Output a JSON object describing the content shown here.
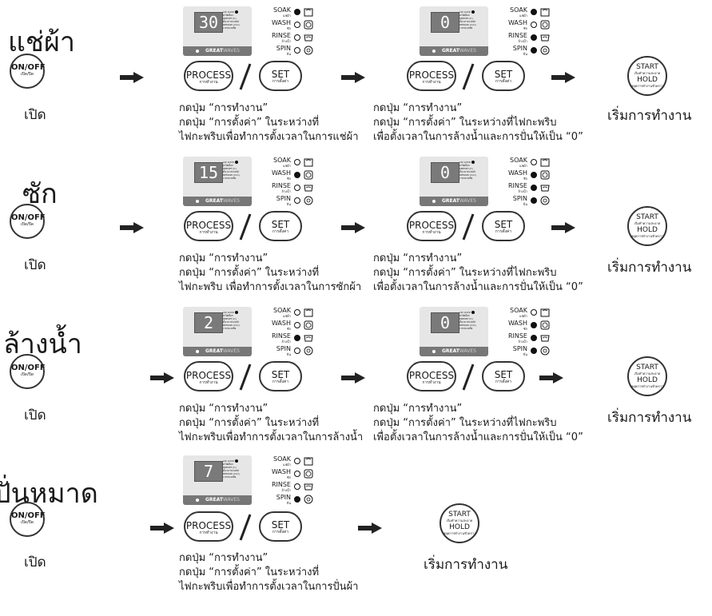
{
  "sections": [
    {
      "title": "แช่ผ้า",
      "onoff_main": "ON/OFF",
      "onoff_sub": "เปิด/ปิด",
      "onoff_label": "เปิด",
      "panel1_digit": "30",
      "panel1_states": [
        true,
        false,
        false,
        false
      ],
      "panel2_digit": "0",
      "panel2_states": [
        true,
        false,
        true,
        true
      ],
      "caption1": [
        "กดปุ่ม “การทำงาน”",
        "กดปุ่ม “การตั้งค่า” ในระหว่างที่",
        "ไฟกะพริบเพื่อทำการตั้งเวลาในการแช่ผ้า"
      ],
      "caption2": [
        "กดปุ่ม “การทำงาน”",
        "กดปุ่ม “การตั้งค่า” ในระหว่างที่ไฟกะพริบ",
        "เพื่อตั้งเวลาในการล้างน้ำและการปั่นให้เป็น “0”"
      ],
      "start_caption": "เริ่มการทำงาน"
    },
    {
      "title": "ซัก",
      "onoff_main": "ON/OFF",
      "onoff_sub": "เปิด/ปิด",
      "onoff_label": "เปิด",
      "panel1_digit": "15",
      "panel1_states": [
        false,
        true,
        false,
        false
      ],
      "panel2_digit": "0",
      "panel2_states": [
        false,
        true,
        true,
        true
      ],
      "caption1": [
        "กดปุ่ม “การทำงาน”",
        "กดปุ่ม “การตั้งค่า” ในระหว่างที่",
        "ไฟกะพริบ เพื่อทำการตั้งเวลาในการซักผ้า"
      ],
      "caption2": [
        "กดปุ่ม “การทำงาน”",
        "กดปุ่ม “การตั้งค่า” ในระหว่างที่ไฟกะพริบ",
        "เพื่อตั้งเวลาในการล้างน้ำและการปั่นให้เป็น “0”"
      ],
      "start_caption": "เริ่มการทำงาน"
    },
    {
      "title": "ล้างน้ำ",
      "onoff_main": "ON/OFF",
      "onoff_sub": "เปิด/ปิด",
      "onoff_label": "เปิด",
      "panel1_digit": "2",
      "panel1_states": [
        false,
        false,
        true,
        false
      ],
      "panel2_digit": "0",
      "panel2_states": [
        false,
        true,
        true,
        true
      ],
      "caption1": [
        "กดปุ่ม “การทำงาน”",
        "กดปุ่ม “การตั้งค่า” ในระหว่างที่",
        "ไฟกะพริบเพื่อทำการตั้งเวลาในการล้างน้ำ"
      ],
      "caption2": [
        "กดปุ่ม “การทำงาน”",
        "กดปุ่ม “การตั้งค่า” ในระหว่างที่ไฟกะพริบ",
        "เพื่อตั้งเวลาในการล้างน้ำและการปั่นให้เป็น “0”"
      ],
      "start_caption": "เริ่มการทำงาน"
    },
    {
      "title": "ปั่นหมาด",
      "onoff_main": "ON/OFF",
      "onoff_sub": "เปิด/ปิด",
      "onoff_label": "เปิด",
      "panel1_digit": "7",
      "panel1_states": [
        false,
        false,
        false,
        true
      ],
      "caption1": [
        "กดปุ่ม “การทำงาน”",
        "กดปุ่ม “การตั้งค่า” ในระหว่างที่",
        "ไฟกะพริบเพื่อทำการตั้งเวลาในการปั่นผ้า"
      ],
      "start_caption": "เริ่มการทำงาน"
    }
  ],
  "buttons": {
    "process_main": "PROCESS",
    "process_sub": "การทำงาน",
    "set_main": "SET",
    "set_sub": "การตั้งค่า",
    "start_main": "START",
    "start_sub": "เริ่มทำความสะอาด",
    "hold_main": "HOLD",
    "hold_sub": "หยุดการทำงานชั่วคราว"
  },
  "panel_labels": {
    "lid_lock": "LID LOCK",
    "lid_lock_sub": "ฝาปิดล็อก",
    "preset": "PRESET (h)",
    "preset_sub": "ตั้งเวลาล่วงหน้า",
    "remain": "REMAIN (min)",
    "remain_sub": "เวลาคงเหลือ",
    "brand": "GREAT",
    "brand_suffix": "WAVES",
    "steps": [
      {
        "name": "SOAK",
        "sub": "แช่ผ้า"
      },
      {
        "name": "WASH",
        "sub": "ซัก"
      },
      {
        "name": "RINSE",
        "sub": "ล้างน้ำ"
      },
      {
        "name": "SPIN",
        "sub": "ปั่น"
      }
    ]
  }
}
